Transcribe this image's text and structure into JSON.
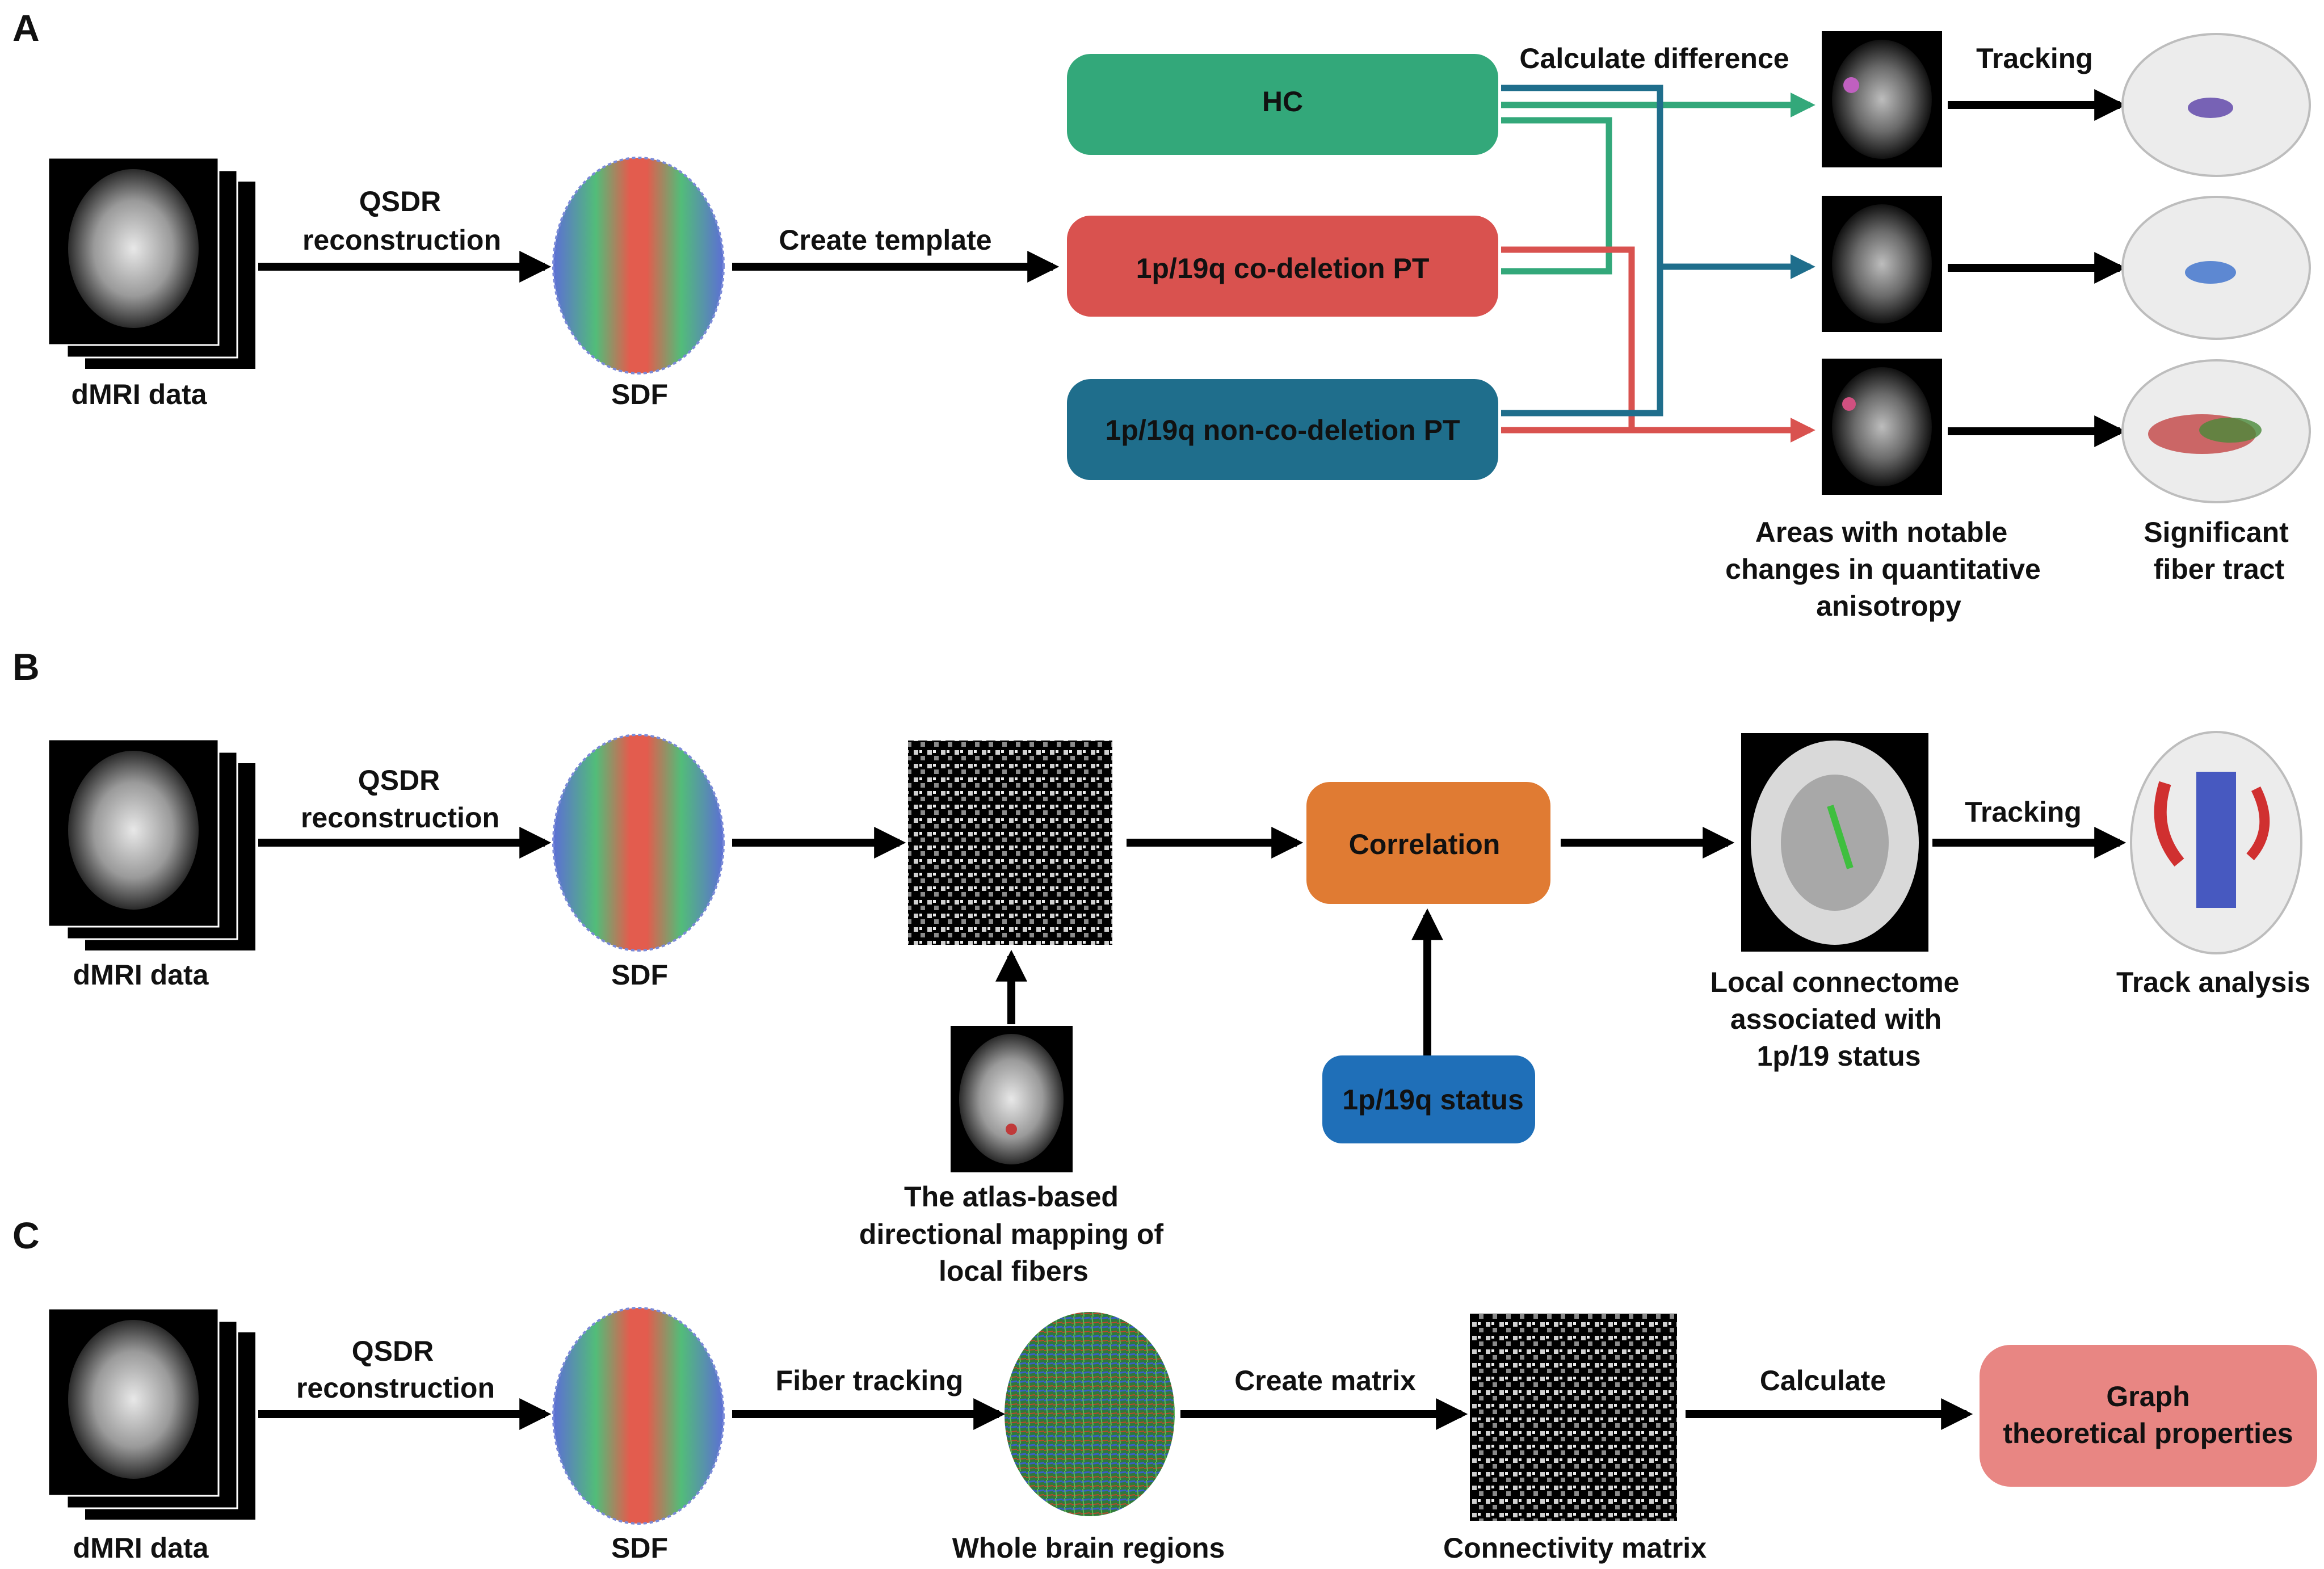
{
  "panels": {
    "a": "A",
    "b": "B",
    "c": "C"
  },
  "panel_a": {
    "dmri_label": "dMRI data",
    "qsdr_line1": "QSDR",
    "qsdr_line2": "reconstruction",
    "sdf_label": "SDF",
    "create_template": "Create template",
    "groups": [
      {
        "label": "HC",
        "color": "#33a87a"
      },
      {
        "label": "1p/19q co-deletion PT",
        "color": "#d9524f"
      },
      {
        "label": "1p/19q non-co-deletion PT",
        "color": "#1f6e8c"
      }
    ],
    "calculate_difference": "Calculate difference",
    "tracking": "Tracking",
    "areas_line1": "Areas with notable",
    "areas_line2": "changes in quantitative",
    "areas_line3": "anisotropy",
    "significant_line1": "Significant",
    "significant_line2": "fiber tract"
  },
  "panel_b": {
    "dmri_label": "dMRI data",
    "qsdr_line1": "QSDR",
    "qsdr_line2": "reconstruction",
    "sdf_label": "SDF",
    "correlation": "Correlation",
    "correlation_color": "#e07b33",
    "status": "1p/19q status",
    "status_color": "#1f6fb8",
    "atlas_line1": "The atlas-based",
    "atlas_line2": "directional mapping of",
    "atlas_line3": "local fibers",
    "local_line1": "Local connectome",
    "local_line2": "associated with",
    "local_line3": "1p/19 status",
    "tracking": "Tracking",
    "track_analysis": "Track analysis"
  },
  "panel_c": {
    "dmri_label": "dMRI data",
    "qsdr_line1": "QSDR",
    "qsdr_line2": "reconstruction",
    "sdf_label": "SDF",
    "fiber_tracking": "Fiber tracking",
    "whole_brain": "Whole brain regions",
    "create_matrix": "Create matrix",
    "connectivity_matrix": "Connectivity matrix",
    "calculate": "Calculate",
    "graph_line1": "Graph",
    "graph_line2": "theoretical properties",
    "graph_color": "#e88683"
  }
}
